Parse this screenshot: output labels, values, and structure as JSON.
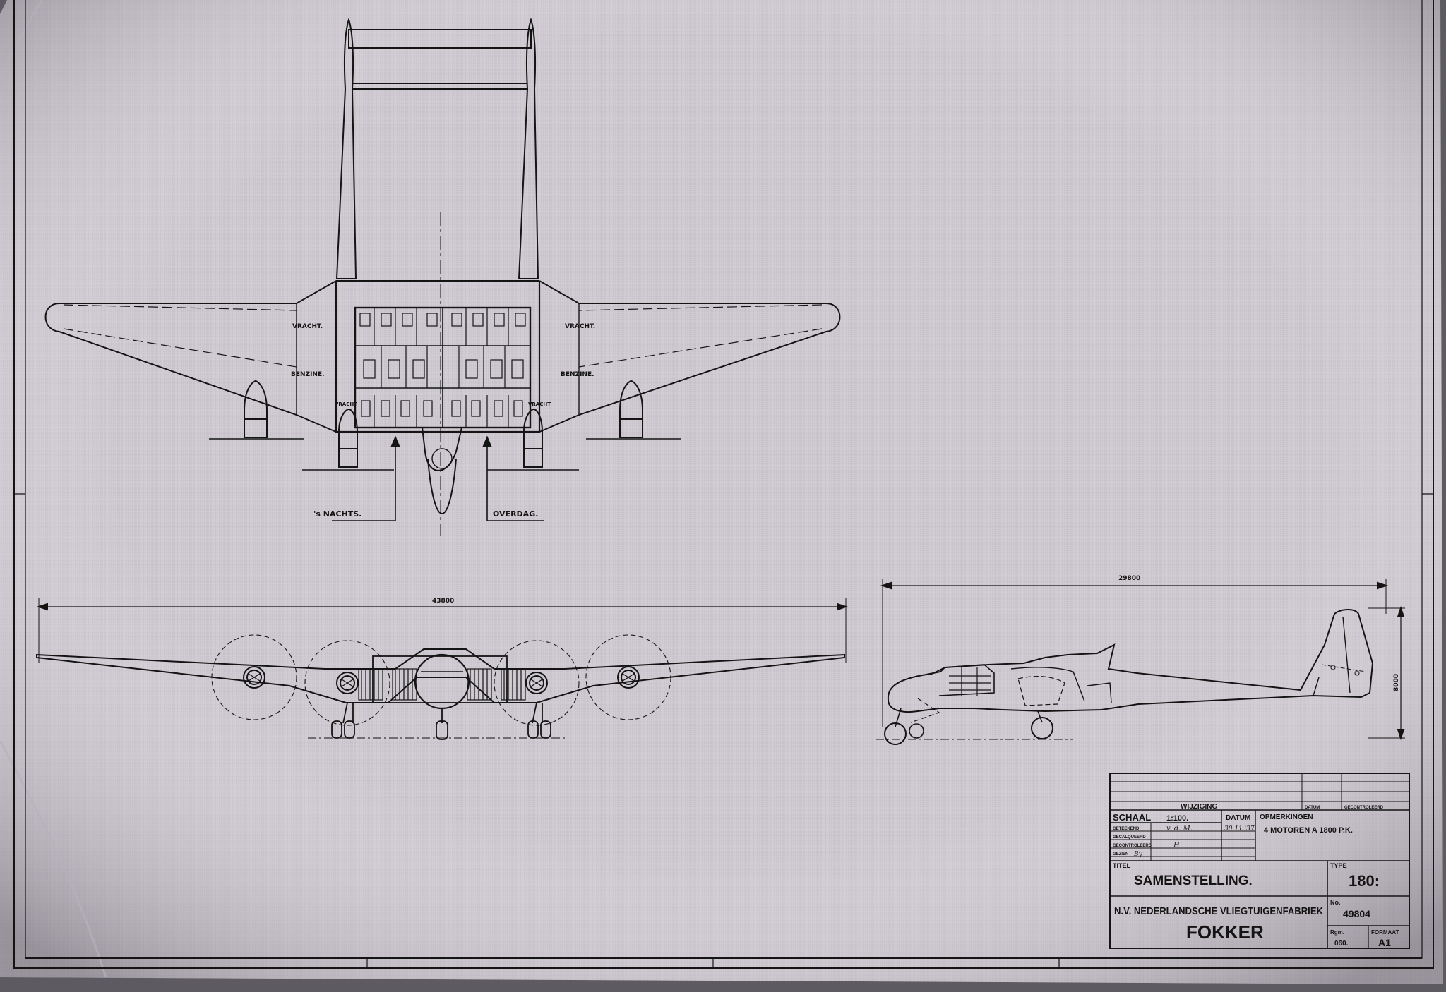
{
  "top_view": {
    "labels": {
      "vracht_left": "VRACHT.",
      "vracht_right": "VRACHT.",
      "benzine_left": "BENZINE.",
      "benzine_right": "BENZINE.",
      "vracht_small_left": "VRACHT",
      "vracht_small_right": "VRACHT",
      "nachts": "'s NACHTS.",
      "overdag": "OVERDAG."
    }
  },
  "front_view": {
    "span_dimension": "43800"
  },
  "side_view": {
    "length_dimension": "29800",
    "height_dimension": "8000"
  },
  "title_block": {
    "revision_header": "WIJZIGING",
    "revision_col_right_1": "DATUM",
    "revision_col_right_2": "GECONTROLEERD",
    "scale_label": "SCHAAL",
    "scale_value": "1:100.",
    "date_header": "DATUM",
    "remarks_header": "OPMERKINGEN",
    "row_labels": [
      "GETEEKEND",
      "GECALQUEERD",
      "GECONTROLEERD",
      "GEZIEN"
    ],
    "drawn_initials": "v. d. M.",
    "drawn_date": "30.11.'37",
    "checked_initials": "H",
    "seen_initials": "By",
    "remarks_text": "4 MOTOREN A 1800 P.K.",
    "title_label": "TITEL",
    "title": "SAMENSTELLING.",
    "type_label": "TYPE",
    "type_value": "180:",
    "company": "N.V. NEDERLANDSCHE VLIEGTUIGENFABRIEK",
    "brand": "FOKKER",
    "number_label": "No.",
    "number_value": "49804",
    "reg_label": "Rgm.",
    "reg_value": "060.",
    "format_label": "FORMAAT",
    "format_value": "A1"
  },
  "colors": {
    "paper": "#cfc9d1",
    "ink": "#141414",
    "border": "#5e5a62"
  }
}
